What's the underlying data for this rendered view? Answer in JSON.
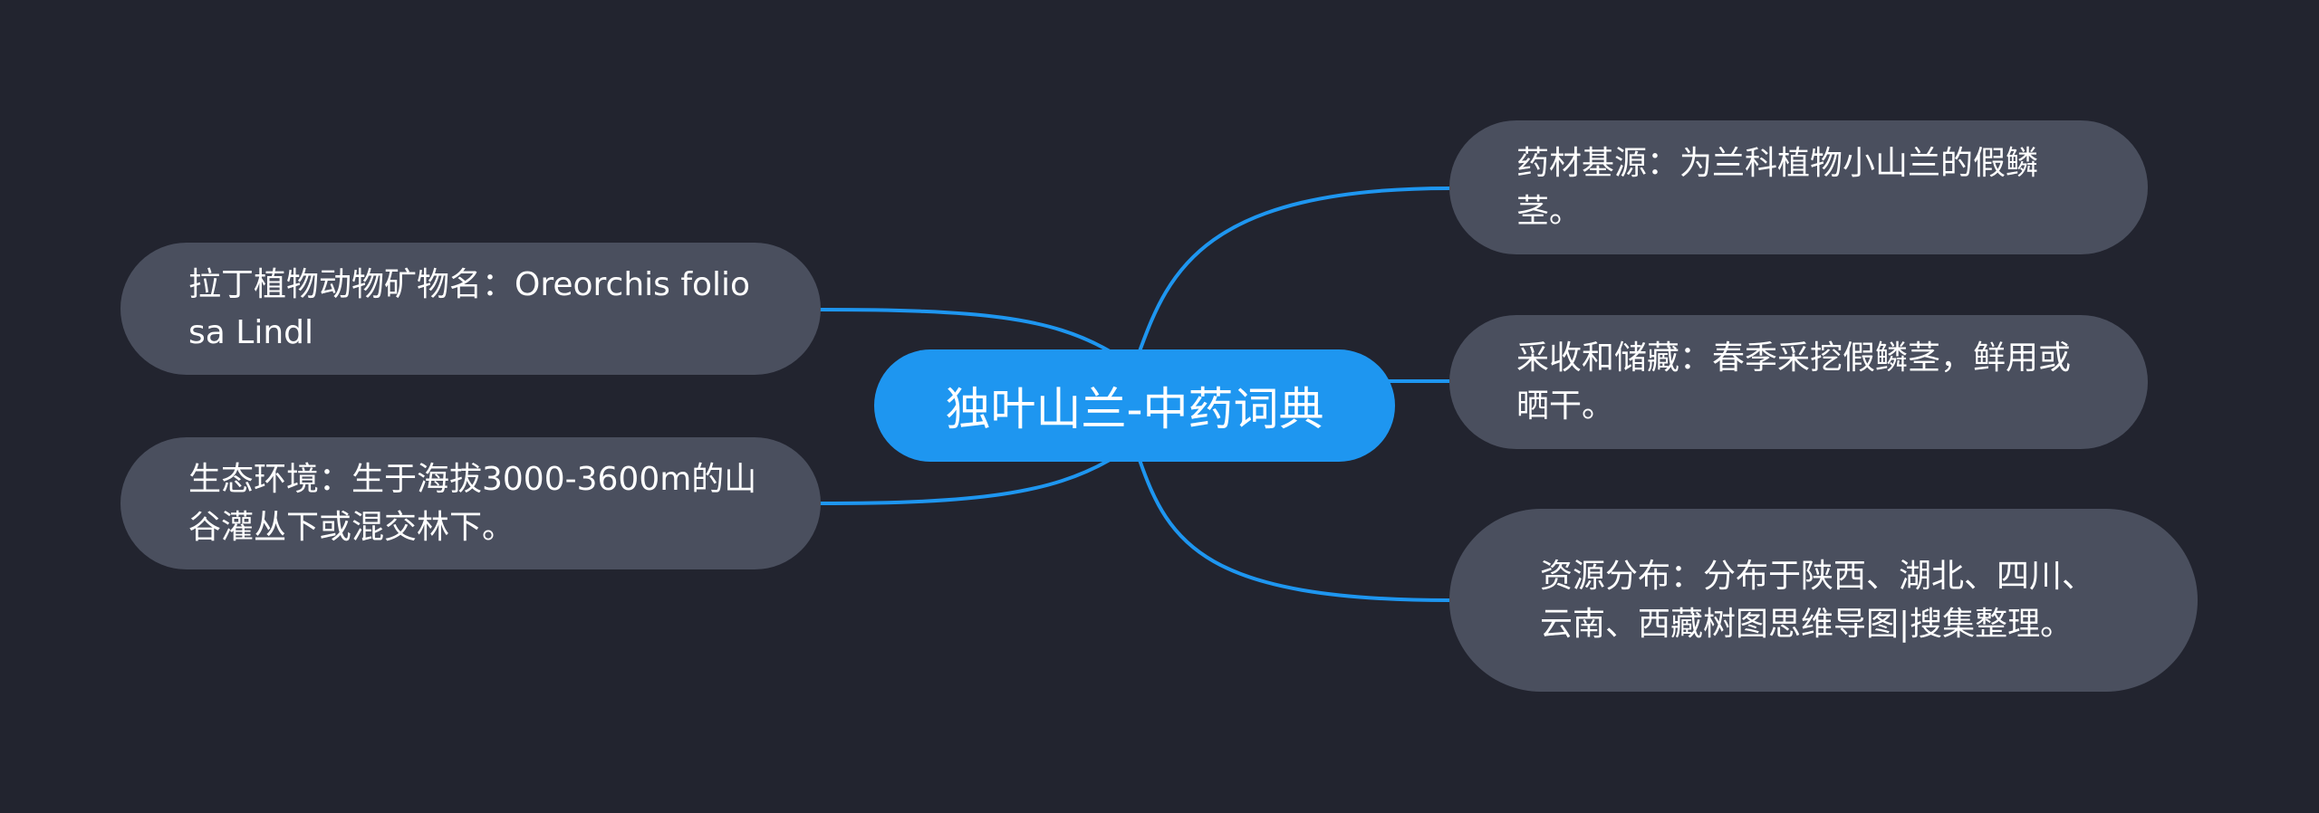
{
  "mindmap": {
    "center": {
      "label": "独叶山兰-中药词典"
    },
    "left": [
      {
        "id": "latin-name",
        "label": "拉丁植物动物矿物名：Oreorchis foliosa Lindl"
      },
      {
        "id": "habitat",
        "label": "生态环境：生于海拔3000-3600m的山谷灌丛下或混交林下。"
      }
    ],
    "right": [
      {
        "id": "source",
        "label": "药材基源：为兰科植物小山兰的假鳞茎。"
      },
      {
        "id": "harvest",
        "label": "采收和储藏：春季采挖假鳞茎，鲜用或晒干。"
      },
      {
        "id": "distribution",
        "label": "资源分布：分布于陕西、湖北、四川、云南、西藏树图思维导图|搜集整理。"
      }
    ]
  },
  "colors": {
    "background": "#22242f",
    "center_fill": "#1e96f0",
    "node_fill": "#4a4f5e",
    "link": "#1e96f0",
    "text": "#ffffff"
  }
}
